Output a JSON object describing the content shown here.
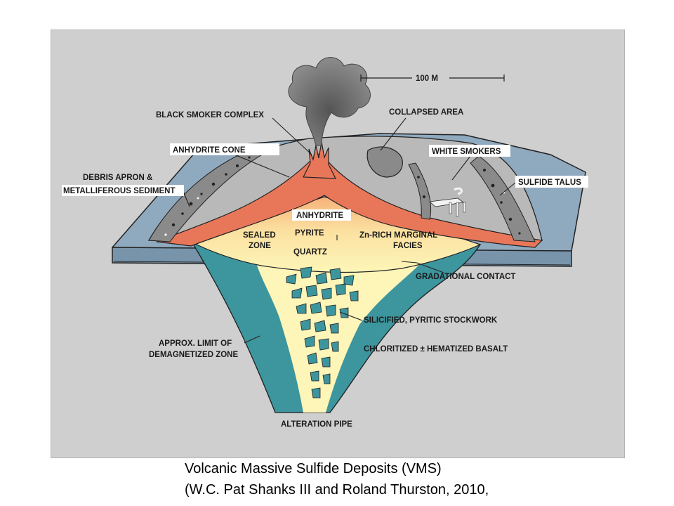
{
  "diagram": {
    "scale_bar": "100 M",
    "labels": {
      "black_smoker_complex": "BLACK SMOKER COMPLEX",
      "collapsed_area": "COLLAPSED AREA",
      "anhydrite_cone": "ANHYDRITE CONE",
      "white_smokers": "WHITE SMOKERS",
      "debris_apron_1": "DEBRIS APRON &",
      "debris_apron_2": "METALLIFEROUS SEDIMENT",
      "sulfide_talus": "SULFIDE TALUS",
      "anhydrite": "ANHYDRITE",
      "sealed_zone_1": "SEALED",
      "sealed_zone_2": "ZONE",
      "pyrite": "PYRITE",
      "zn_rich_1": "Zn-RICH MARGINAL",
      "zn_rich_2": "FACIES",
      "quartz": "QUARTZ",
      "gradational_contact": "GRADATIONAL CONTACT",
      "silicified_stockwork": "SILICIFIED, PYRITIC STOCKWORK",
      "chloritized_basalt": "CHLORITIZED ± HEMATIZED BASALT",
      "approx_limit_1": "APPROX. LIMIT OF",
      "approx_limit_2": "DEMAGNETIZED ZONE",
      "alteration_pipe": "ALTERATION PIPE"
    }
  },
  "caption": {
    "line1": "Volcanic Massive  Sulfide Deposits (VMS)",
    "line2": "(W.C. Pat Shanks III  and Roland Thurston, 2010,"
  },
  "colors": {
    "panel_bg": "#cfcfcf",
    "seafloor_blue": "#8fa9bf",
    "pipe_teal": "#3d959e",
    "stockwork_fill": "#fdf6b8",
    "sulfide_orange": "#e8775a",
    "mound_gray": "#b9b9b9"
  }
}
